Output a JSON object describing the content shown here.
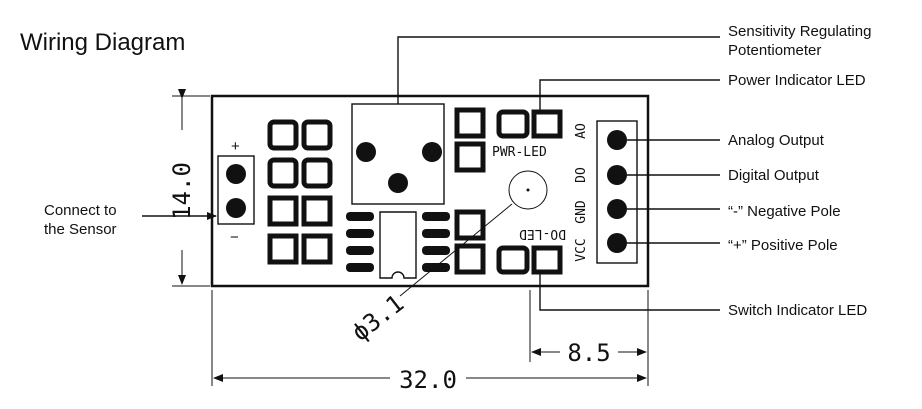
{
  "title": "Wiring Diagram",
  "callouts": {
    "potentiometer": "Sensitivity Regulating Potentiometer",
    "potentiometer_line1": "Sensitivity Regulating",
    "potentiometer_line2": "Potentiometer",
    "power_led": "Power Indicator LED",
    "analog_output": "Analog Output",
    "digital_output": "Digital Output",
    "negative_pole": "“-” Negative Pole",
    "positive_pole": "“+” Positive Pole",
    "switch_led": "Switch Indicator LED",
    "sensor_line1": "Connect to",
    "sensor_line2": "the Sensor"
  },
  "silkscreen": {
    "pwr_led": "PWR-LED",
    "do_led": "DO-LED",
    "plus": "+",
    "minus": "−",
    "pins": [
      "AO",
      "DO",
      "GND",
      "VCC"
    ]
  },
  "dimensions": {
    "height": "14.0",
    "width": "32.0",
    "pin_spacing": "8.5",
    "hole": "ϕ3.1"
  }
}
